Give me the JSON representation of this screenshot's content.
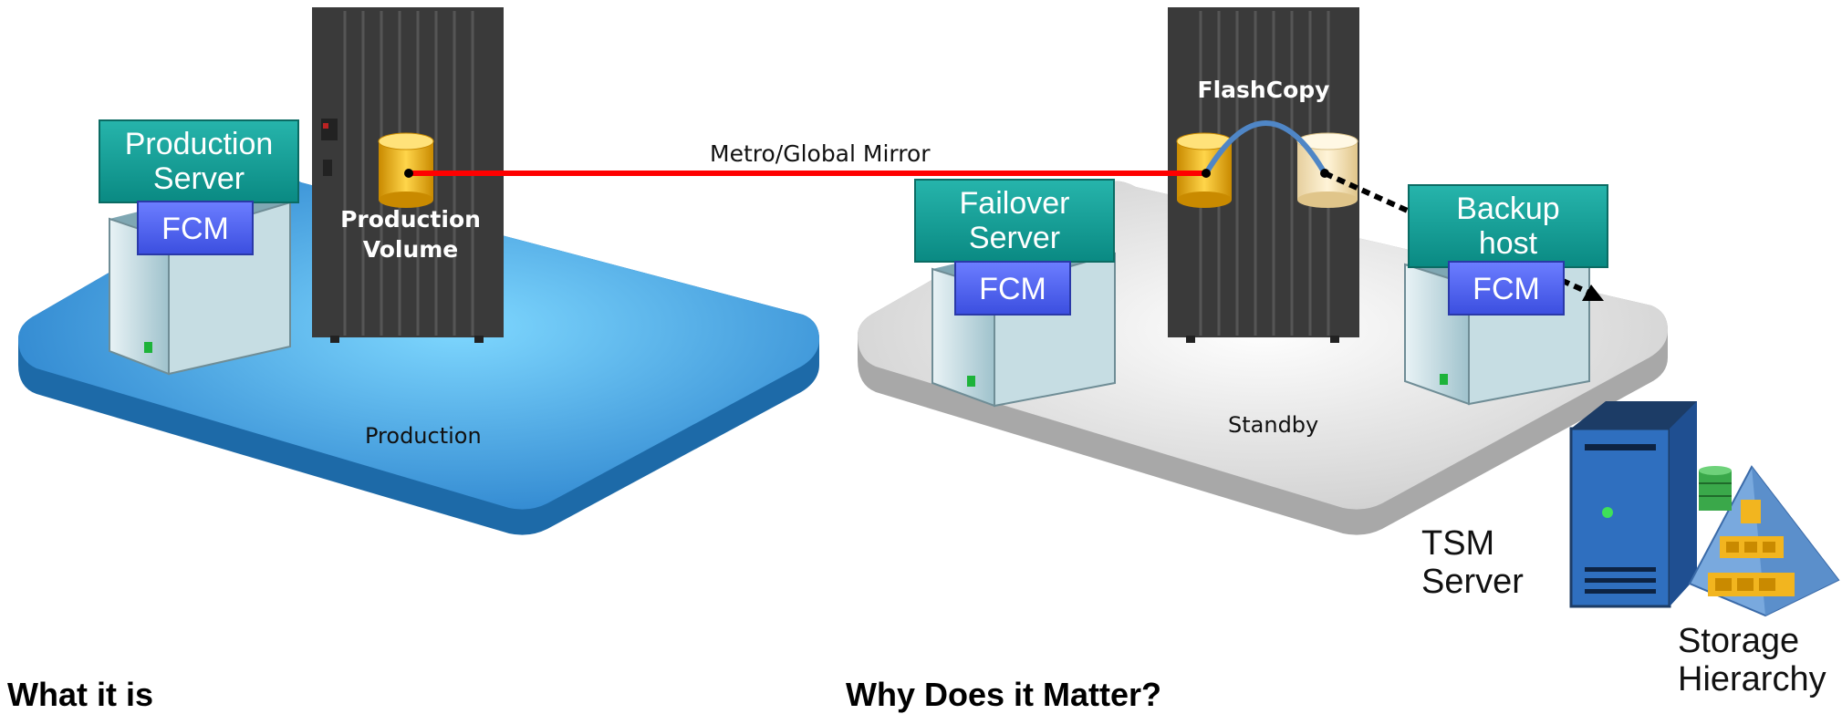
{
  "labels": {
    "production_server": "Production\nServer",
    "failover_server": "Failover\nServer",
    "backup_host": "Backup\nhost",
    "fcm": "FCM",
    "production_volume": "Production\nVolume",
    "flashcopy": "FlashCopy",
    "mirror": "Metro/Global Mirror",
    "production_site": "Production",
    "standby_site": "Standby",
    "tsm_server": "TSM\nServer",
    "storage_hierarchy": "Storage\nHierarchy"
  },
  "headings": {
    "left": "What it is",
    "right": "Why Does it Matter?"
  },
  "colors": {
    "teal": "#12a39a",
    "fcm_blue": "#4d5ff0",
    "mirror_red": "#ff0000",
    "production_platform": "#3e97db",
    "standby_platform": "#e4e4e4",
    "rack": "#3c3c3c"
  }
}
